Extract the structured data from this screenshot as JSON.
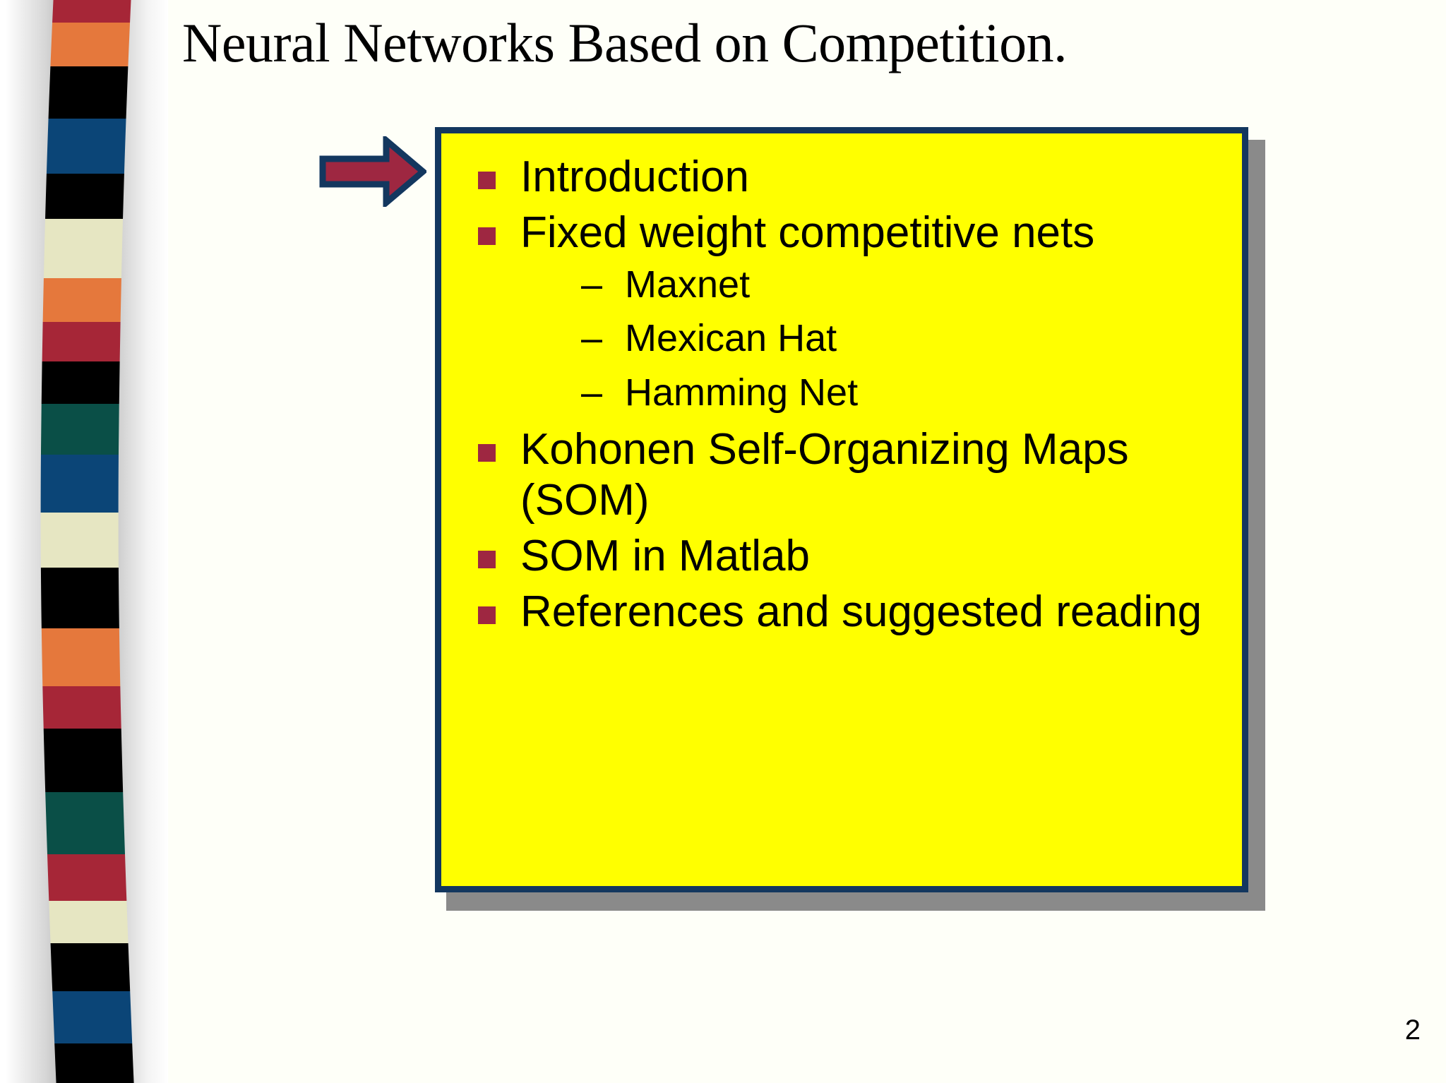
{
  "slide": {
    "title": "Neural Networks Based on Competition.",
    "page_number": "2",
    "colors": {
      "box_fill": "#ffff00",
      "box_border": "#13375f",
      "box_shadow": "#8a8a8a",
      "bullet_square": "#9e2741",
      "arrow_fill": "#9e2741",
      "arrow_outline": "#13375f",
      "background": "#fefff8"
    }
  },
  "arrow": {
    "name": "pointer-arrow",
    "direction": "right"
  },
  "outline": {
    "items": [
      {
        "level": 1,
        "label": "Introduction",
        "marker": "square"
      },
      {
        "level": 1,
        "label": "Fixed weight competitive nets",
        "marker": "square",
        "children": [
          {
            "level": 2,
            "label": "Maxnet",
            "marker": "–"
          },
          {
            "level": 2,
            "label": "Mexican Hat",
            "marker": "–"
          },
          {
            "level": 2,
            "label": "Hamming Net",
            "marker": "–"
          }
        ]
      },
      {
        "level": 1,
        "label": "Kohonen Self-Organizing Maps (SOM)",
        "marker": "square"
      },
      {
        "level": 1,
        "label": "SOM in Matlab",
        "marker": "square"
      },
      {
        "level": 1,
        "label": "References and suggested reading",
        "marker": "square"
      }
    ]
  },
  "ribbon": {
    "name": "decorative-color-ribbon",
    "stripe_colors": [
      "#a62637",
      "#e5783c",
      "#000000",
      "#0b4577",
      "#000000",
      "#e6e6c2",
      "#e5783c",
      "#a62637",
      "#000000",
      "#0a4f47",
      "#0b4577",
      "#e6e6c2",
      "#000000",
      "#e5783c",
      "#a62637",
      "#000000",
      "#0a4f47",
      "#a62637",
      "#e6e6c2",
      "#000000",
      "#0b4577",
      "#000000"
    ]
  }
}
